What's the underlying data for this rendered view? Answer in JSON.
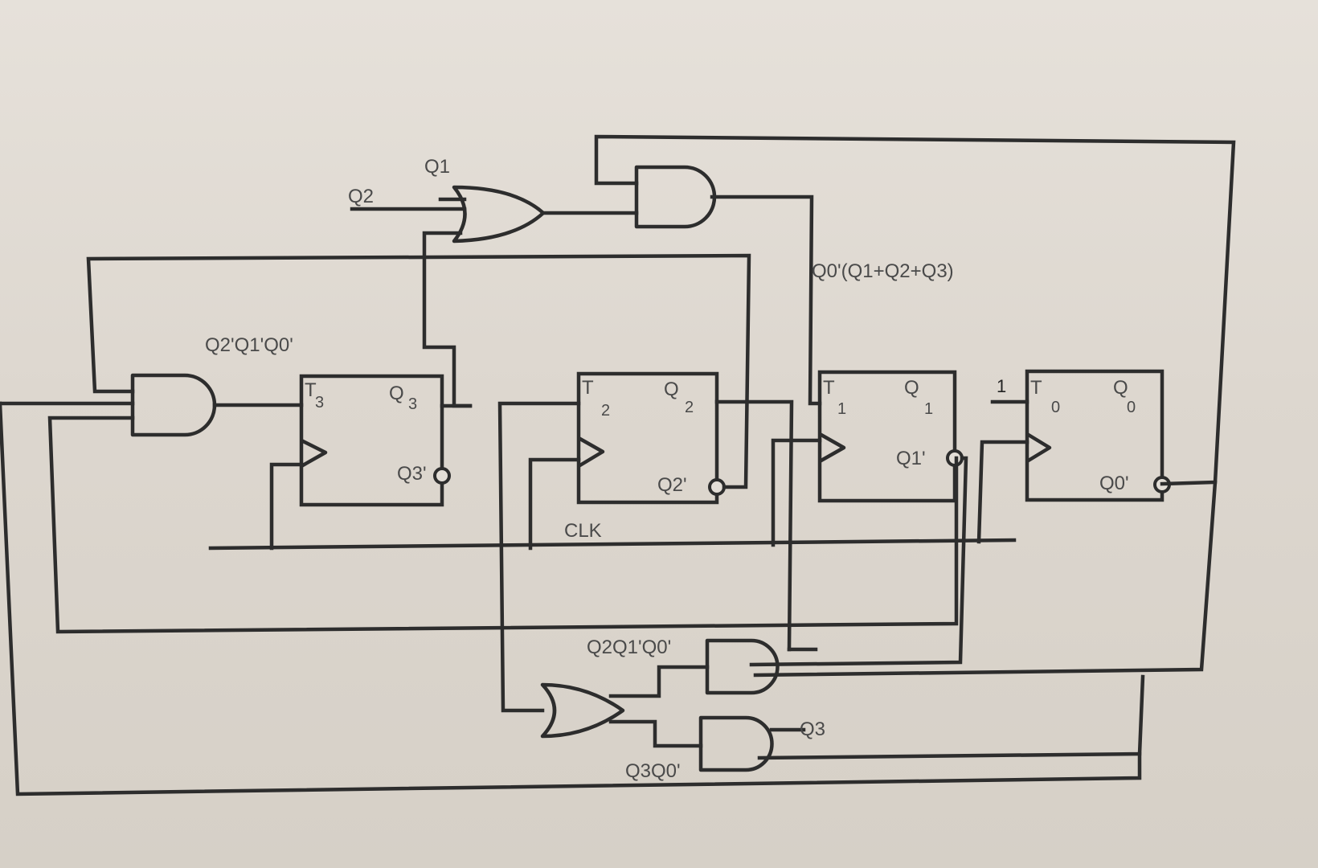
{
  "diagram": {
    "inputs": {
      "q1": "Q1",
      "q2": "Q2",
      "one": "1",
      "q3_in": "Q3",
      "clk": "CLK"
    },
    "expressions": {
      "t3_expr": "Q2'Q1'Q0'",
      "t1_expr": "Q0'(Q1+Q2+Q3)",
      "and_a_expr": "Q2Q1'Q0'",
      "and_b_expr": "Q3Q0'"
    },
    "flipflops": [
      {
        "t": "T",
        "t_sub": "3",
        "q": "Q",
        "q_sub": "3",
        "qbar": "Q3'"
      },
      {
        "t": "T",
        "t_sub": "2",
        "q": "Q",
        "q_sub": "2",
        "qbar": "Q2'"
      },
      {
        "t": "T",
        "t_sub": "1",
        "q": "Q",
        "q_sub": "1",
        "qbar": "Q1'"
      },
      {
        "t": "T",
        "t_sub": "0",
        "q": "Q",
        "q_sub": "0",
        "qbar": "Q0'"
      }
    ],
    "colors": {
      "wire": "#2d2d2d",
      "label": "#4a4a4a",
      "background": "#ddd7cf"
    }
  }
}
